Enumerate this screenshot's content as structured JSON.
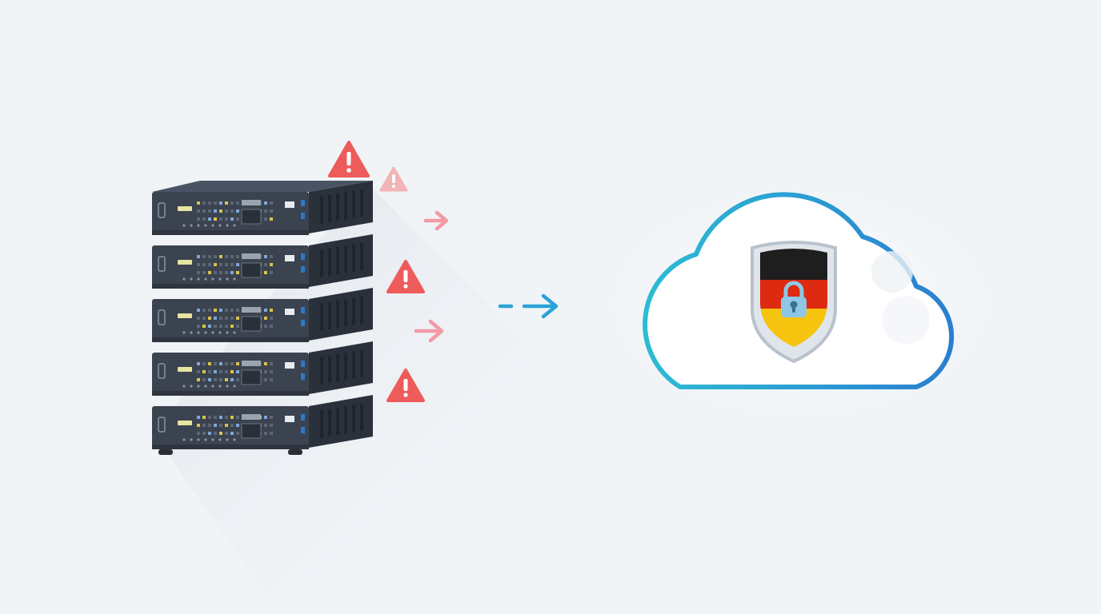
{
  "colors": {
    "background": "#f1f4f7",
    "server_front": "#3b4350",
    "server_top": "#4a5363",
    "server_side": "#2b313b",
    "server_led_yellow": "#e9e4a0",
    "server_led_blue": "#2c78c8",
    "warning_red": "#ee5b5b",
    "warning_red_faded": "#f48a8a",
    "arrow_pink": "#f39aa5",
    "arrow_blue": "#2aa3d8",
    "cloud_stroke_start": "#2cbcd4",
    "cloud_stroke_end": "#2a7fd0",
    "shield_frame": "#b9c2cc",
    "flag_black": "#1e1e1e",
    "flag_red": "#dd2a10",
    "flag_gold": "#f6c40f",
    "lock": "#8fc6e6"
  },
  "icons": {
    "server_rack": "server-stack-icon",
    "warnings": "warning-triangle-icon",
    "flow_arrow": "dashed-arrow-right-icon",
    "cloud": "cloud-icon",
    "shield": "german-flag-shield-icon",
    "lock": "padlock-icon"
  },
  "server_units": 5,
  "warnings": [
    {
      "id": "w1",
      "opacity": 1
    },
    {
      "id": "w2",
      "opacity": 0.6
    },
    {
      "id": "w3",
      "opacity": 1
    },
    {
      "id": "w4",
      "opacity": 1
    }
  ],
  "leak_arrows": [
    {
      "id": "a1"
    },
    {
      "id": "a2"
    }
  ]
}
